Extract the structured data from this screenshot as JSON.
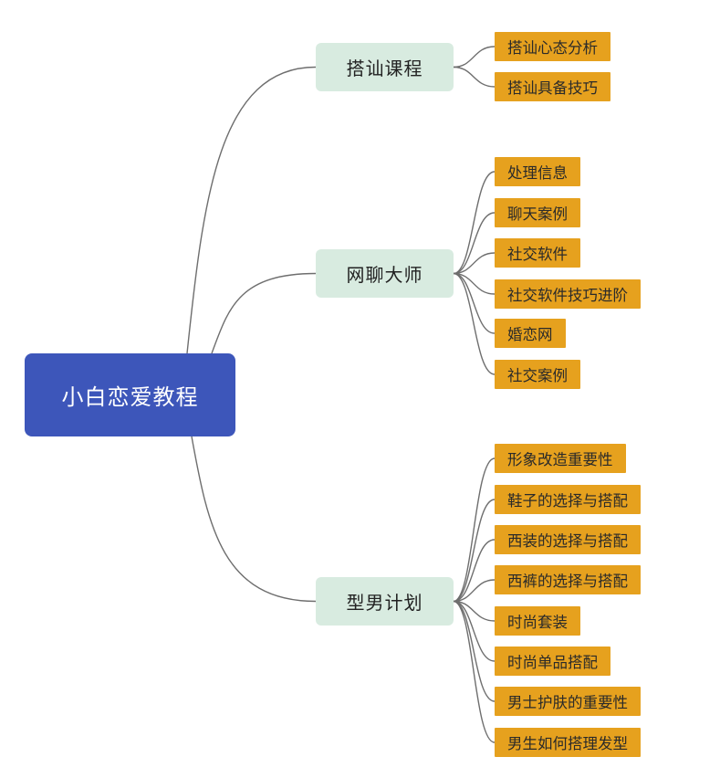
{
  "mindmap": {
    "root": {
      "label": "小白恋爱教程"
    },
    "branches": [
      {
        "label": "搭讪课程",
        "children": [
          "搭讪心态分析",
          "搭讪具备技巧"
        ]
      },
      {
        "label": "网聊大师",
        "children": [
          "处理信息",
          "聊天案例",
          "社交软件",
          "社交软件技巧进阶",
          "婚恋网",
          "社交案例"
        ]
      },
      {
        "label": "型男计划",
        "children": [
          "形象改造重要性",
          "鞋子的选择与搭配",
          "西装的选择与搭配",
          "西裤的选择与搭配",
          "时尚套装",
          "时尚单品搭配",
          "男士护肤的重要性",
          "男生如何搭理发型"
        ]
      }
    ],
    "colors": {
      "root_fill": "#3d56ba",
      "branch_fill": "#d8ebe0",
      "leaf_fill": "#e6a11e",
      "connector": "#6e6e6e"
    }
  }
}
